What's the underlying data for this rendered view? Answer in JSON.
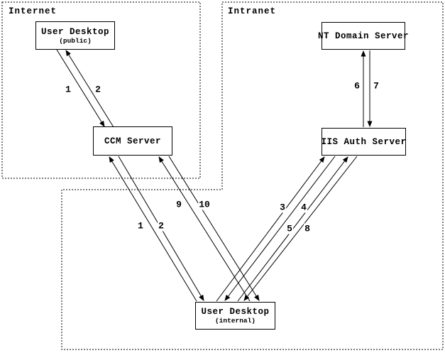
{
  "regions": {
    "internet": {
      "label": "Internet"
    },
    "intranet": {
      "label": "Intranet"
    }
  },
  "nodes": {
    "user_desktop_public": {
      "title": "User Desktop",
      "subtitle": "(public)"
    },
    "ccm_server": {
      "title": "CCM Server"
    },
    "nt_domain_server": {
      "title": "NT Domain Server"
    },
    "iis_auth_server": {
      "title": "IIS Auth Server"
    },
    "user_desktop_internal": {
      "title": "User Desktop",
      "subtitle": "(internal)"
    }
  },
  "edges": {
    "e1_public": {
      "label": "1",
      "from": "user_desktop_public",
      "to": "ccm_server"
    },
    "e2_public": {
      "label": "2",
      "from": "ccm_server",
      "to": "user_desktop_public"
    },
    "e1_internal": {
      "label": "1",
      "from": "user_desktop_internal",
      "to": "ccm_server"
    },
    "e2_internal": {
      "label": "2",
      "from": "ccm_server",
      "to": "user_desktop_internal"
    },
    "e3": {
      "label": "3",
      "from": "user_desktop_internal",
      "to": "iis_auth_server"
    },
    "e4": {
      "label": "4",
      "from": "iis_auth_server",
      "to": "user_desktop_internal"
    },
    "e5": {
      "label": "5",
      "from": "user_desktop_internal",
      "to": "iis_auth_server"
    },
    "e6": {
      "label": "6",
      "from": "iis_auth_server",
      "to": "nt_domain_server"
    },
    "e7": {
      "label": "7",
      "from": "nt_domain_server",
      "to": "iis_auth_server"
    },
    "e8": {
      "label": "8",
      "from": "iis_auth_server",
      "to": "user_desktop_internal"
    },
    "e9": {
      "label": "9",
      "from": "user_desktop_internal",
      "to": "ccm_server"
    },
    "e10": {
      "label": "10",
      "from": "ccm_server",
      "to": "user_desktop_internal"
    }
  },
  "colors": {
    "ink": "#000000",
    "background": "#ffffff"
  }
}
